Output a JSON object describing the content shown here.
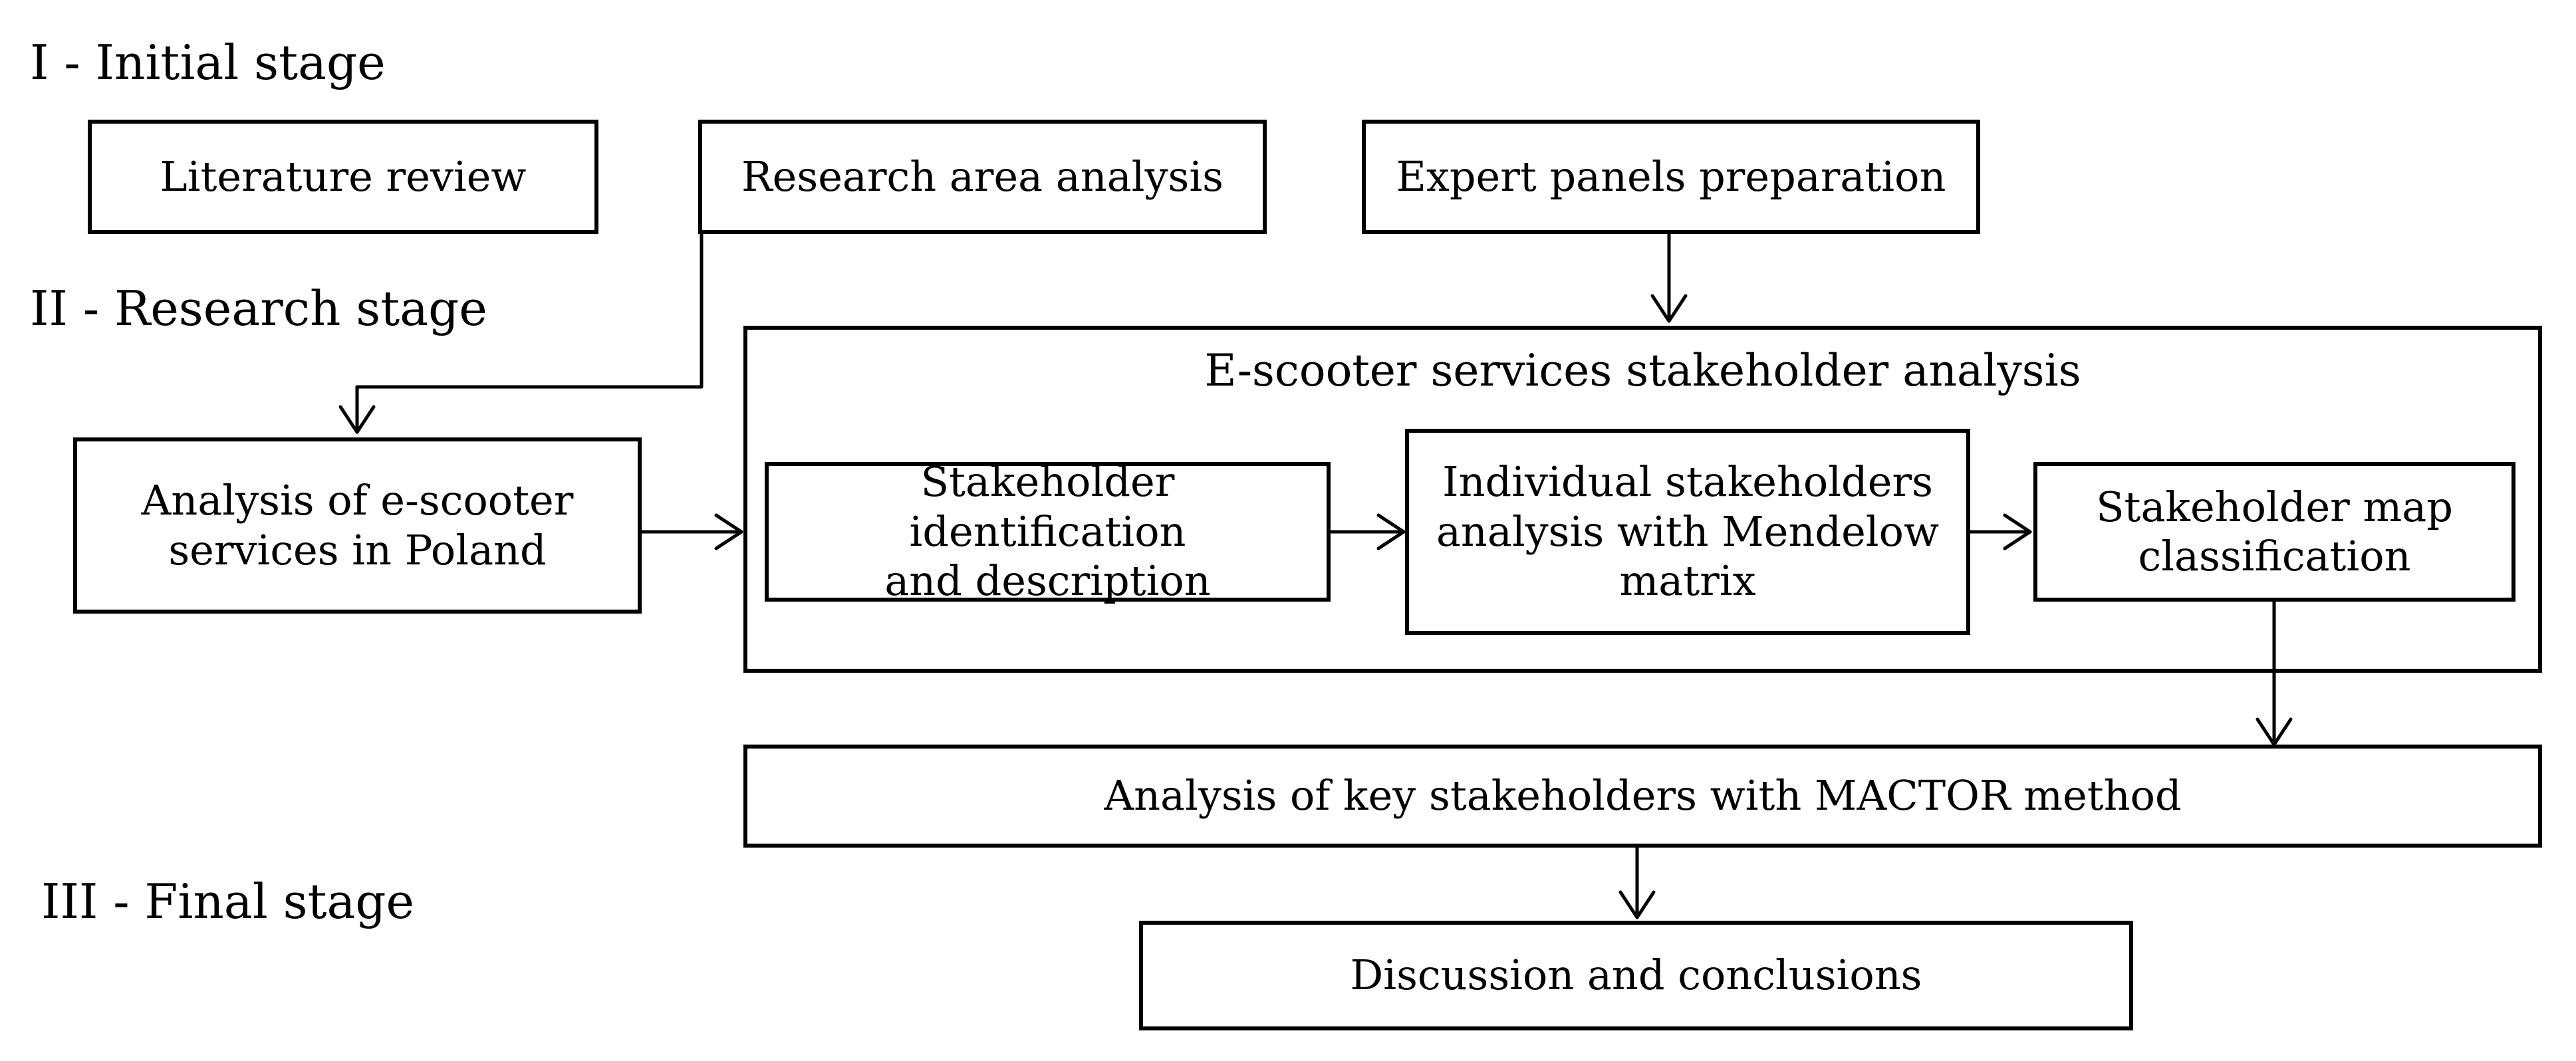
{
  "stages": {
    "initial": "I - Initial stage",
    "research": "II - Research stage",
    "final": "III - Final stage"
  },
  "boxes": {
    "literature_review": "Literature review",
    "research_area_analysis": "Research area analysis",
    "expert_panels_preparation": "Expert panels preparation",
    "analysis_escooter_poland": "Analysis of e-scooter\nservices in Poland",
    "stakeholder_identification": "Stakeholder identification\nand description",
    "individual_stakeholders": "Individual stakeholders\nanalysis with Mendelow\nmatrix",
    "stakeholder_map": "Stakeholder map\nclassification",
    "mactor_analysis": "Analysis of key stakeholders with MACTOR method",
    "discussion_conclusions": "Discussion and conclusions"
  },
  "containers": {
    "stakeholder_analysis_title": "E-scooter services stakeholder analysis"
  }
}
